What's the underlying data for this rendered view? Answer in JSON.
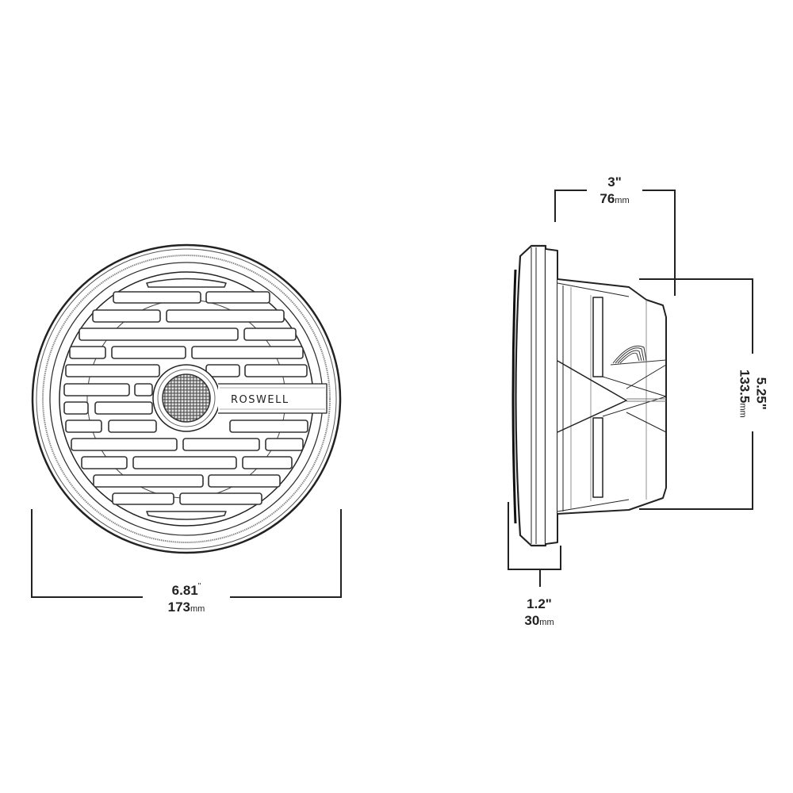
{
  "diagram": {
    "type": "technical-dimension-drawing",
    "subject": "Marine speaker",
    "brand_logo_text": "ROSWELL",
    "front_view": {
      "width_dimension": {
        "inches": "6.81",
        "inch_mark": "\"",
        "mm": "173",
        "mm_unit": "mm"
      }
    },
    "side_view": {
      "depth_dimension": {
        "inches": "3",
        "inch_mark": "\"",
        "mm": "76",
        "mm_unit": "mm"
      },
      "height_dimension": {
        "inches": "5.25",
        "inch_mark": "\"",
        "mm": "133.5",
        "mm_unit": "mm"
      },
      "flange_dimension": {
        "inches": "1.2",
        "inch_mark": "\"",
        "mm": "30",
        "mm_unit": "mm"
      }
    },
    "colors": {
      "line": "#222222",
      "light_line": "#777777",
      "background": "#ffffff"
    }
  }
}
